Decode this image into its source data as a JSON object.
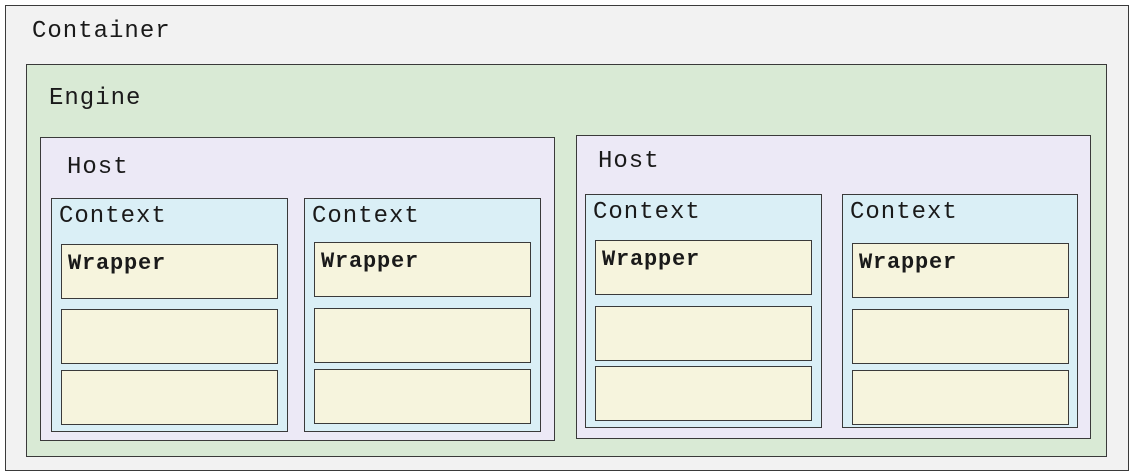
{
  "container": {
    "label": "Container",
    "color": "#f2f2f2",
    "engine": {
      "label": "Engine",
      "color": "#d9ead5",
      "hosts": [
        {
          "label": "Host",
          "contexts": [
            {
              "label": "Context",
              "wrappers": [
                "Wrapper",
                "",
                ""
              ]
            },
            {
              "label": "Context",
              "wrappers": [
                "Wrapper",
                "",
                ""
              ]
            }
          ]
        },
        {
          "label": "Host",
          "contexts": [
            {
              "label": "Context",
              "wrappers": [
                "Wrapper",
                "",
                ""
              ]
            },
            {
              "label": "Context",
              "wrappers": [
                "Wrapper",
                "",
                ""
              ]
            }
          ]
        }
      ]
    }
  },
  "colors": {
    "host": "#ece9f6",
    "context": "#daeff6",
    "wrapper": "#f6f4dd"
  }
}
